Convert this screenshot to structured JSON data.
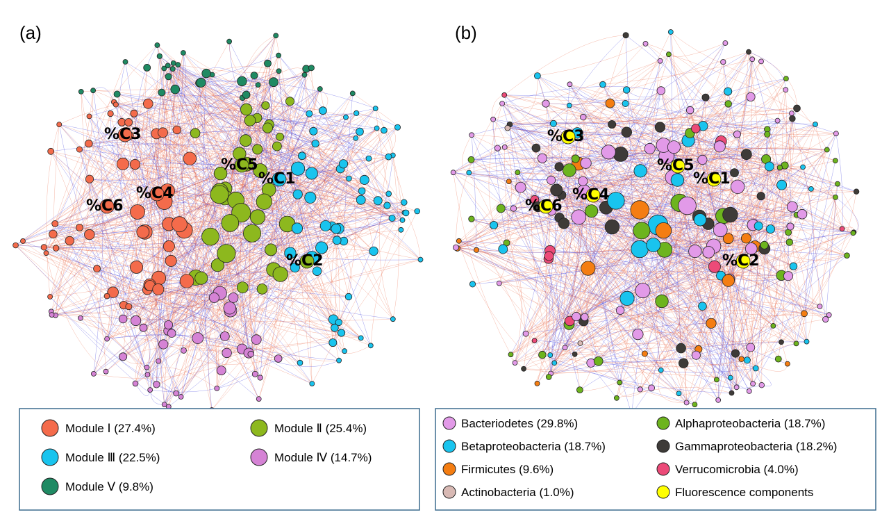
{
  "panels": [
    {
      "label": "(a)",
      "node_labels": [
        "%C1",
        "%C2",
        "%C3",
        "%C4",
        "%C5",
        "%C6"
      ],
      "legend": [
        {
          "text": "Module Ⅰ (27.4%)",
          "color": "#f46b4b"
        },
        {
          "text": "Module Ⅱ (25.4%)",
          "color": "#8db81e"
        },
        {
          "text": "Module Ⅲ (22.5%)",
          "color": "#19c4ee"
        },
        {
          "text": "Module Ⅳ (14.7%)",
          "color": "#d583d5"
        },
        {
          "text": "Module Ⅴ (9.8%)",
          "color": "#1f8a63"
        }
      ]
    },
    {
      "label": "(b)",
      "node_labels": [
        "%C1",
        "%C2",
        "%C3",
        "%C4",
        "%C5",
        "%C6"
      ],
      "legend": [
        {
          "text": "Bacteriodetes (29.8%)",
          "color": "#e29ae8"
        },
        {
          "text": "Alphaproteobacteria (18.7%)",
          "color": "#6db41e"
        },
        {
          "text": "Betaproteobacteria (18.7%)",
          "color": "#19c4ee"
        },
        {
          "text": "Gammaproteobacteria (18.2%)",
          "color": "#3e3b38"
        },
        {
          "text": "Firmicutes (9.6%)",
          "color": "#f47d12"
        },
        {
          "text": "Verrucomicrobia (4.0%)",
          "color": "#ec4a78"
        },
        {
          "text": "Actinobacteria (1.0%)",
          "color": "#d8b9b4"
        },
        {
          "text": "Fluorescence components",
          "color": "#ffff00"
        }
      ]
    }
  ],
  "edge_colors": {
    "positive": "#e8623f",
    "negative": "#4a4ae0"
  }
}
